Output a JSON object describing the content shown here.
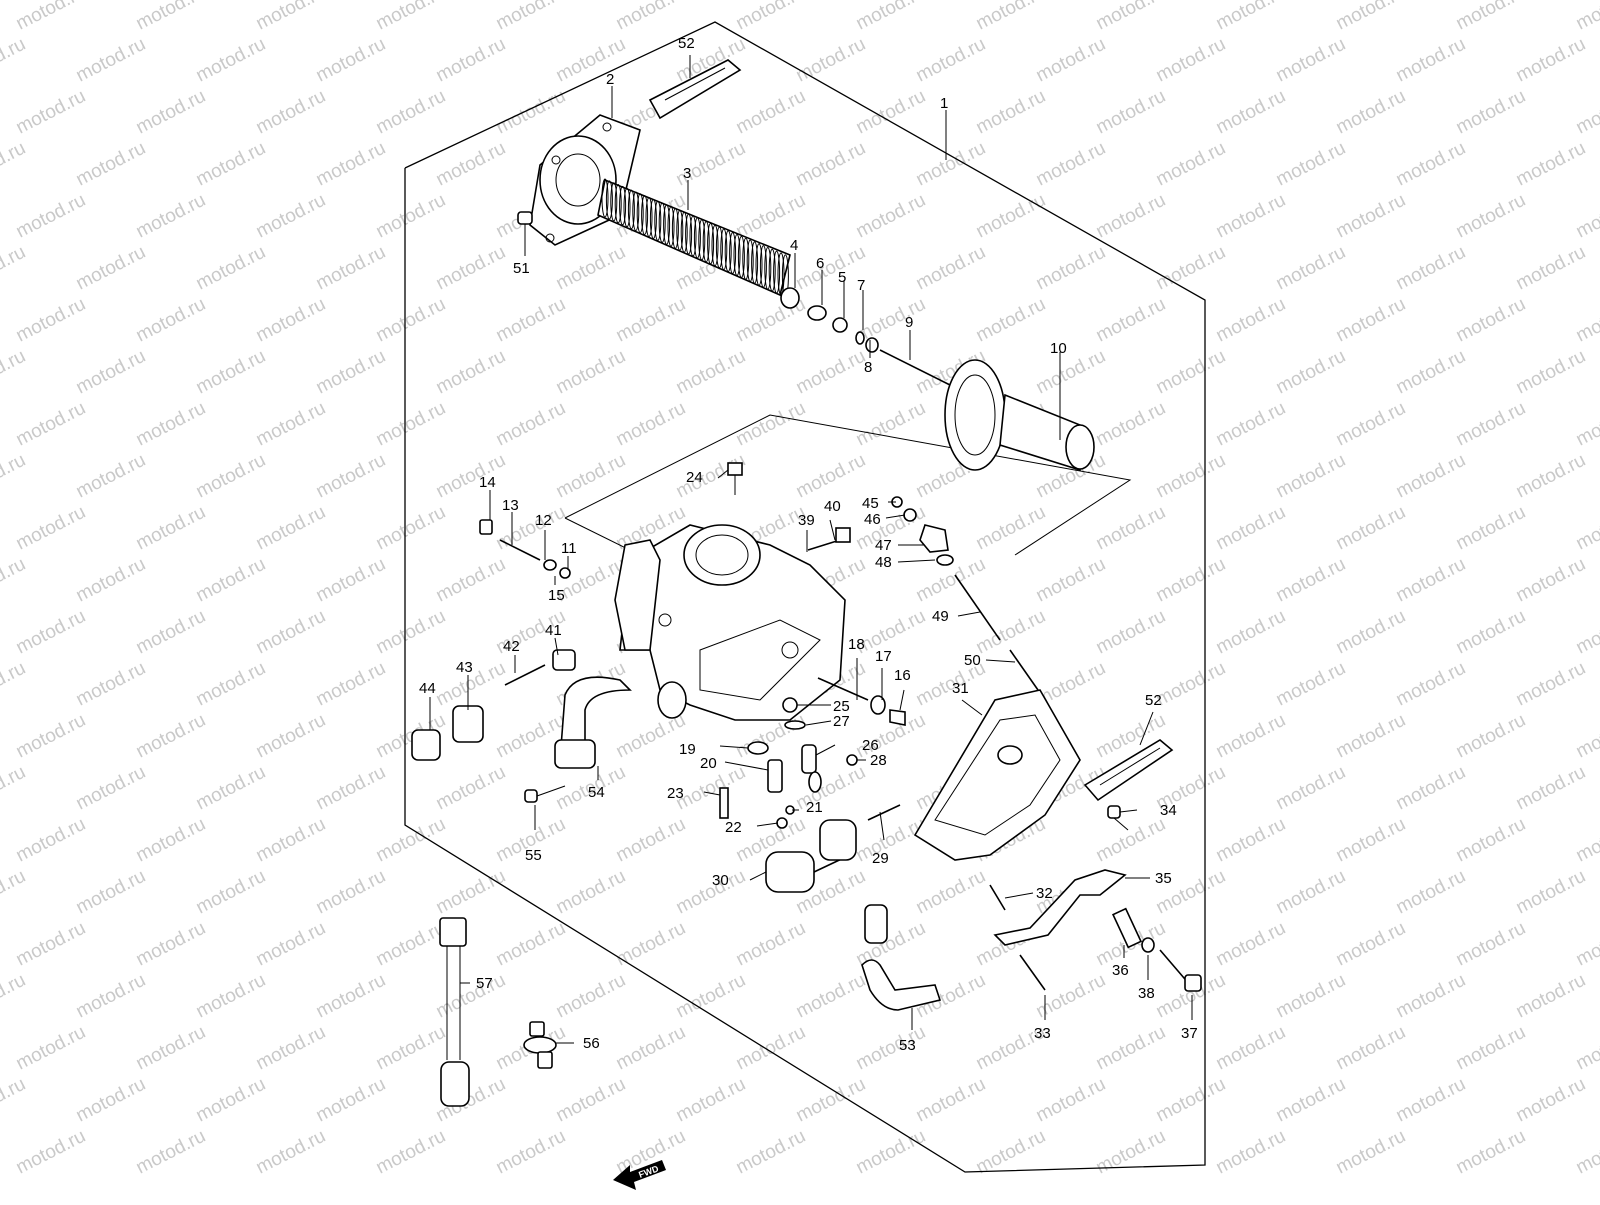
{
  "watermark": "motod.ru",
  "fwd_label": "FWD",
  "callouts": [
    "1",
    "2",
    "3",
    "4",
    "5",
    "6",
    "7",
    "8",
    "9",
    "10",
    "11",
    "12",
    "13",
    "14",
    "15",
    "16",
    "17",
    "18",
    "19",
    "20",
    "21",
    "22",
    "23",
    "24",
    "25",
    "26",
    "27",
    "28",
    "29",
    "30",
    "31",
    "32",
    "33",
    "34",
    "35",
    "36",
    "37",
    "38",
    "39",
    "40",
    "41",
    "42",
    "43",
    "44",
    "45",
    "46",
    "47",
    "48",
    "49",
    "50",
    "51",
    "52",
    "52",
    "53",
    "54",
    "55",
    "56",
    "57"
  ]
}
